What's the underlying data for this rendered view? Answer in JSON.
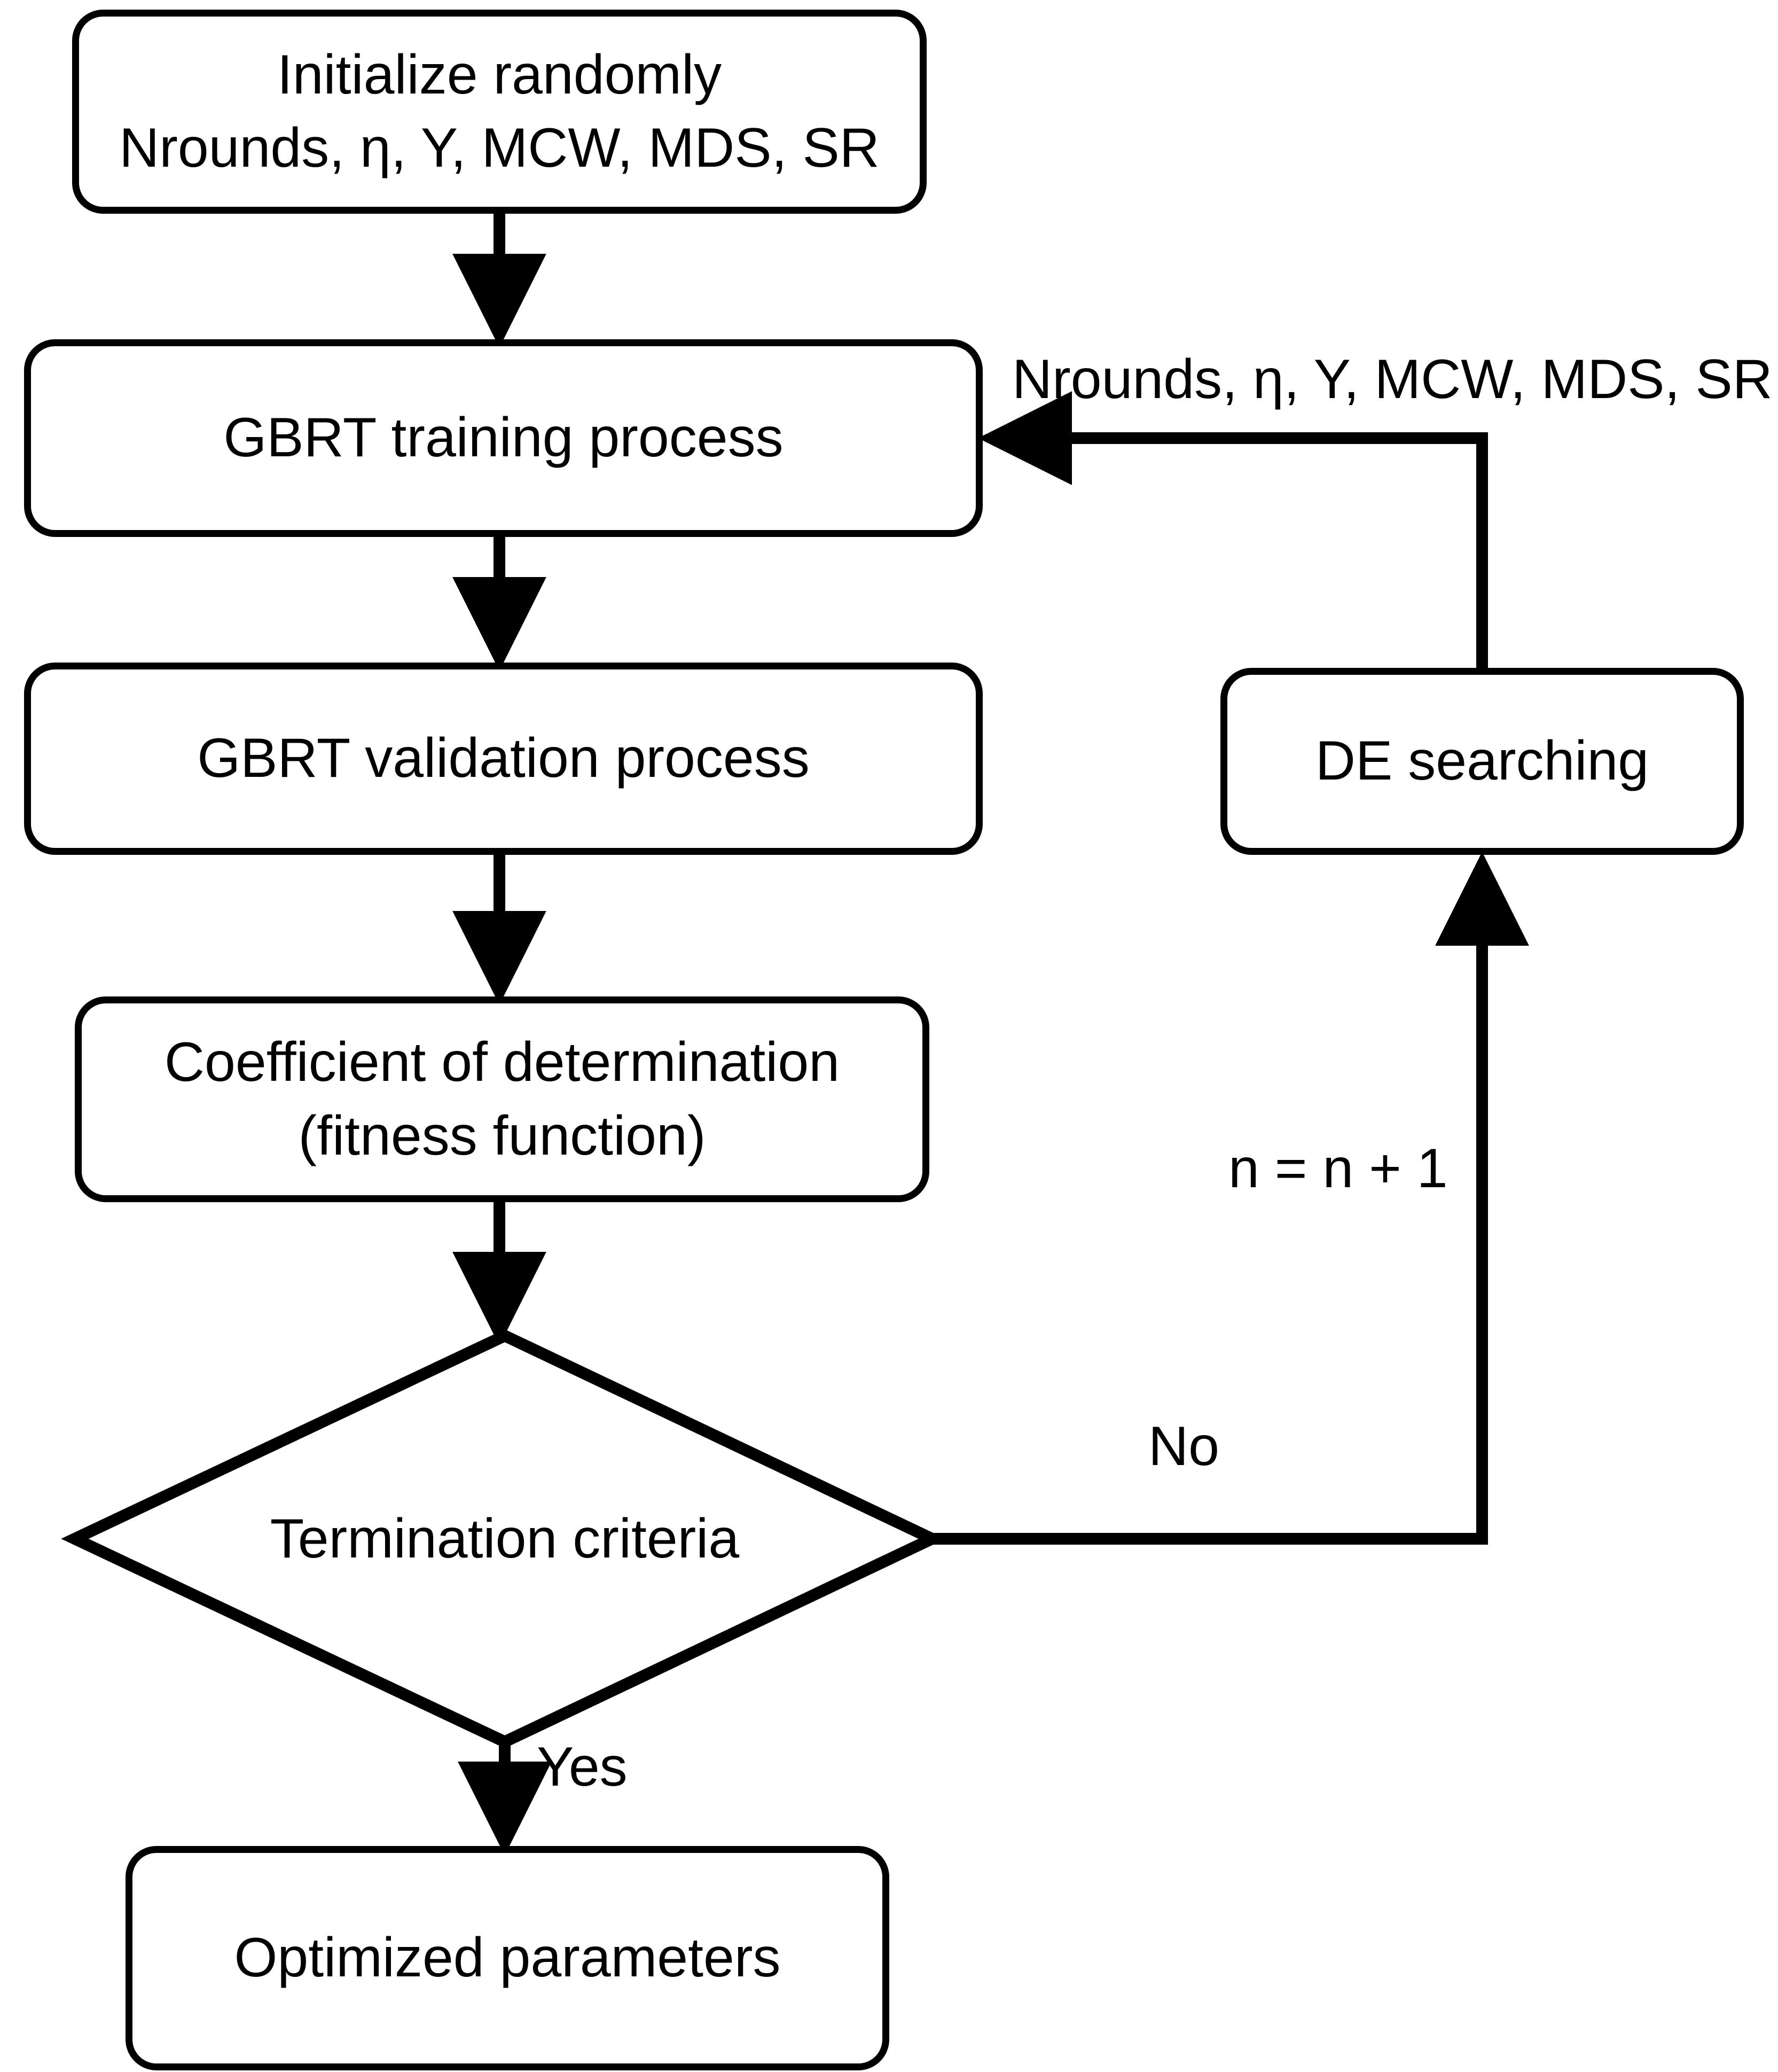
{
  "diagram": {
    "title": "GBRT hyperparameter optimization with Differential Evolution",
    "stroke_color": "#000000",
    "background_color": "#ffffff"
  },
  "nodes": {
    "init": {
      "shape": "rounded-rectangle",
      "line1": "Initialize randomly",
      "line2": "Nrounds, η, Υ, MCW, MDS, SR"
    },
    "train": {
      "shape": "rounded-rectangle",
      "line1": "GBRT training process"
    },
    "validate": {
      "shape": "rounded-rectangle",
      "line1": "GBRT validation process"
    },
    "fitness": {
      "shape": "rounded-rectangle",
      "line1": "Coefficient of determination",
      "line2": "(fitness function)"
    },
    "decision": {
      "shape": "diamond",
      "line1": "Termination criteria"
    },
    "de_search": {
      "shape": "rounded-rectangle",
      "line1": "DE searching"
    },
    "output": {
      "shape": "rounded-rectangle",
      "line1": "Optimized parameters"
    }
  },
  "edges": {
    "init_to_train": {
      "label": ""
    },
    "train_to_validate": {
      "label": ""
    },
    "validate_to_fitness": {
      "label": ""
    },
    "fitness_to_decision": {
      "label": ""
    },
    "decision_to_output": {
      "label": "Yes"
    },
    "decision_to_de": {
      "label": "No"
    },
    "de_increment": {
      "label": "n = n + 1"
    },
    "de_to_train": {
      "label": "Nrounds, η, Υ, MCW, MDS, SR"
    }
  }
}
